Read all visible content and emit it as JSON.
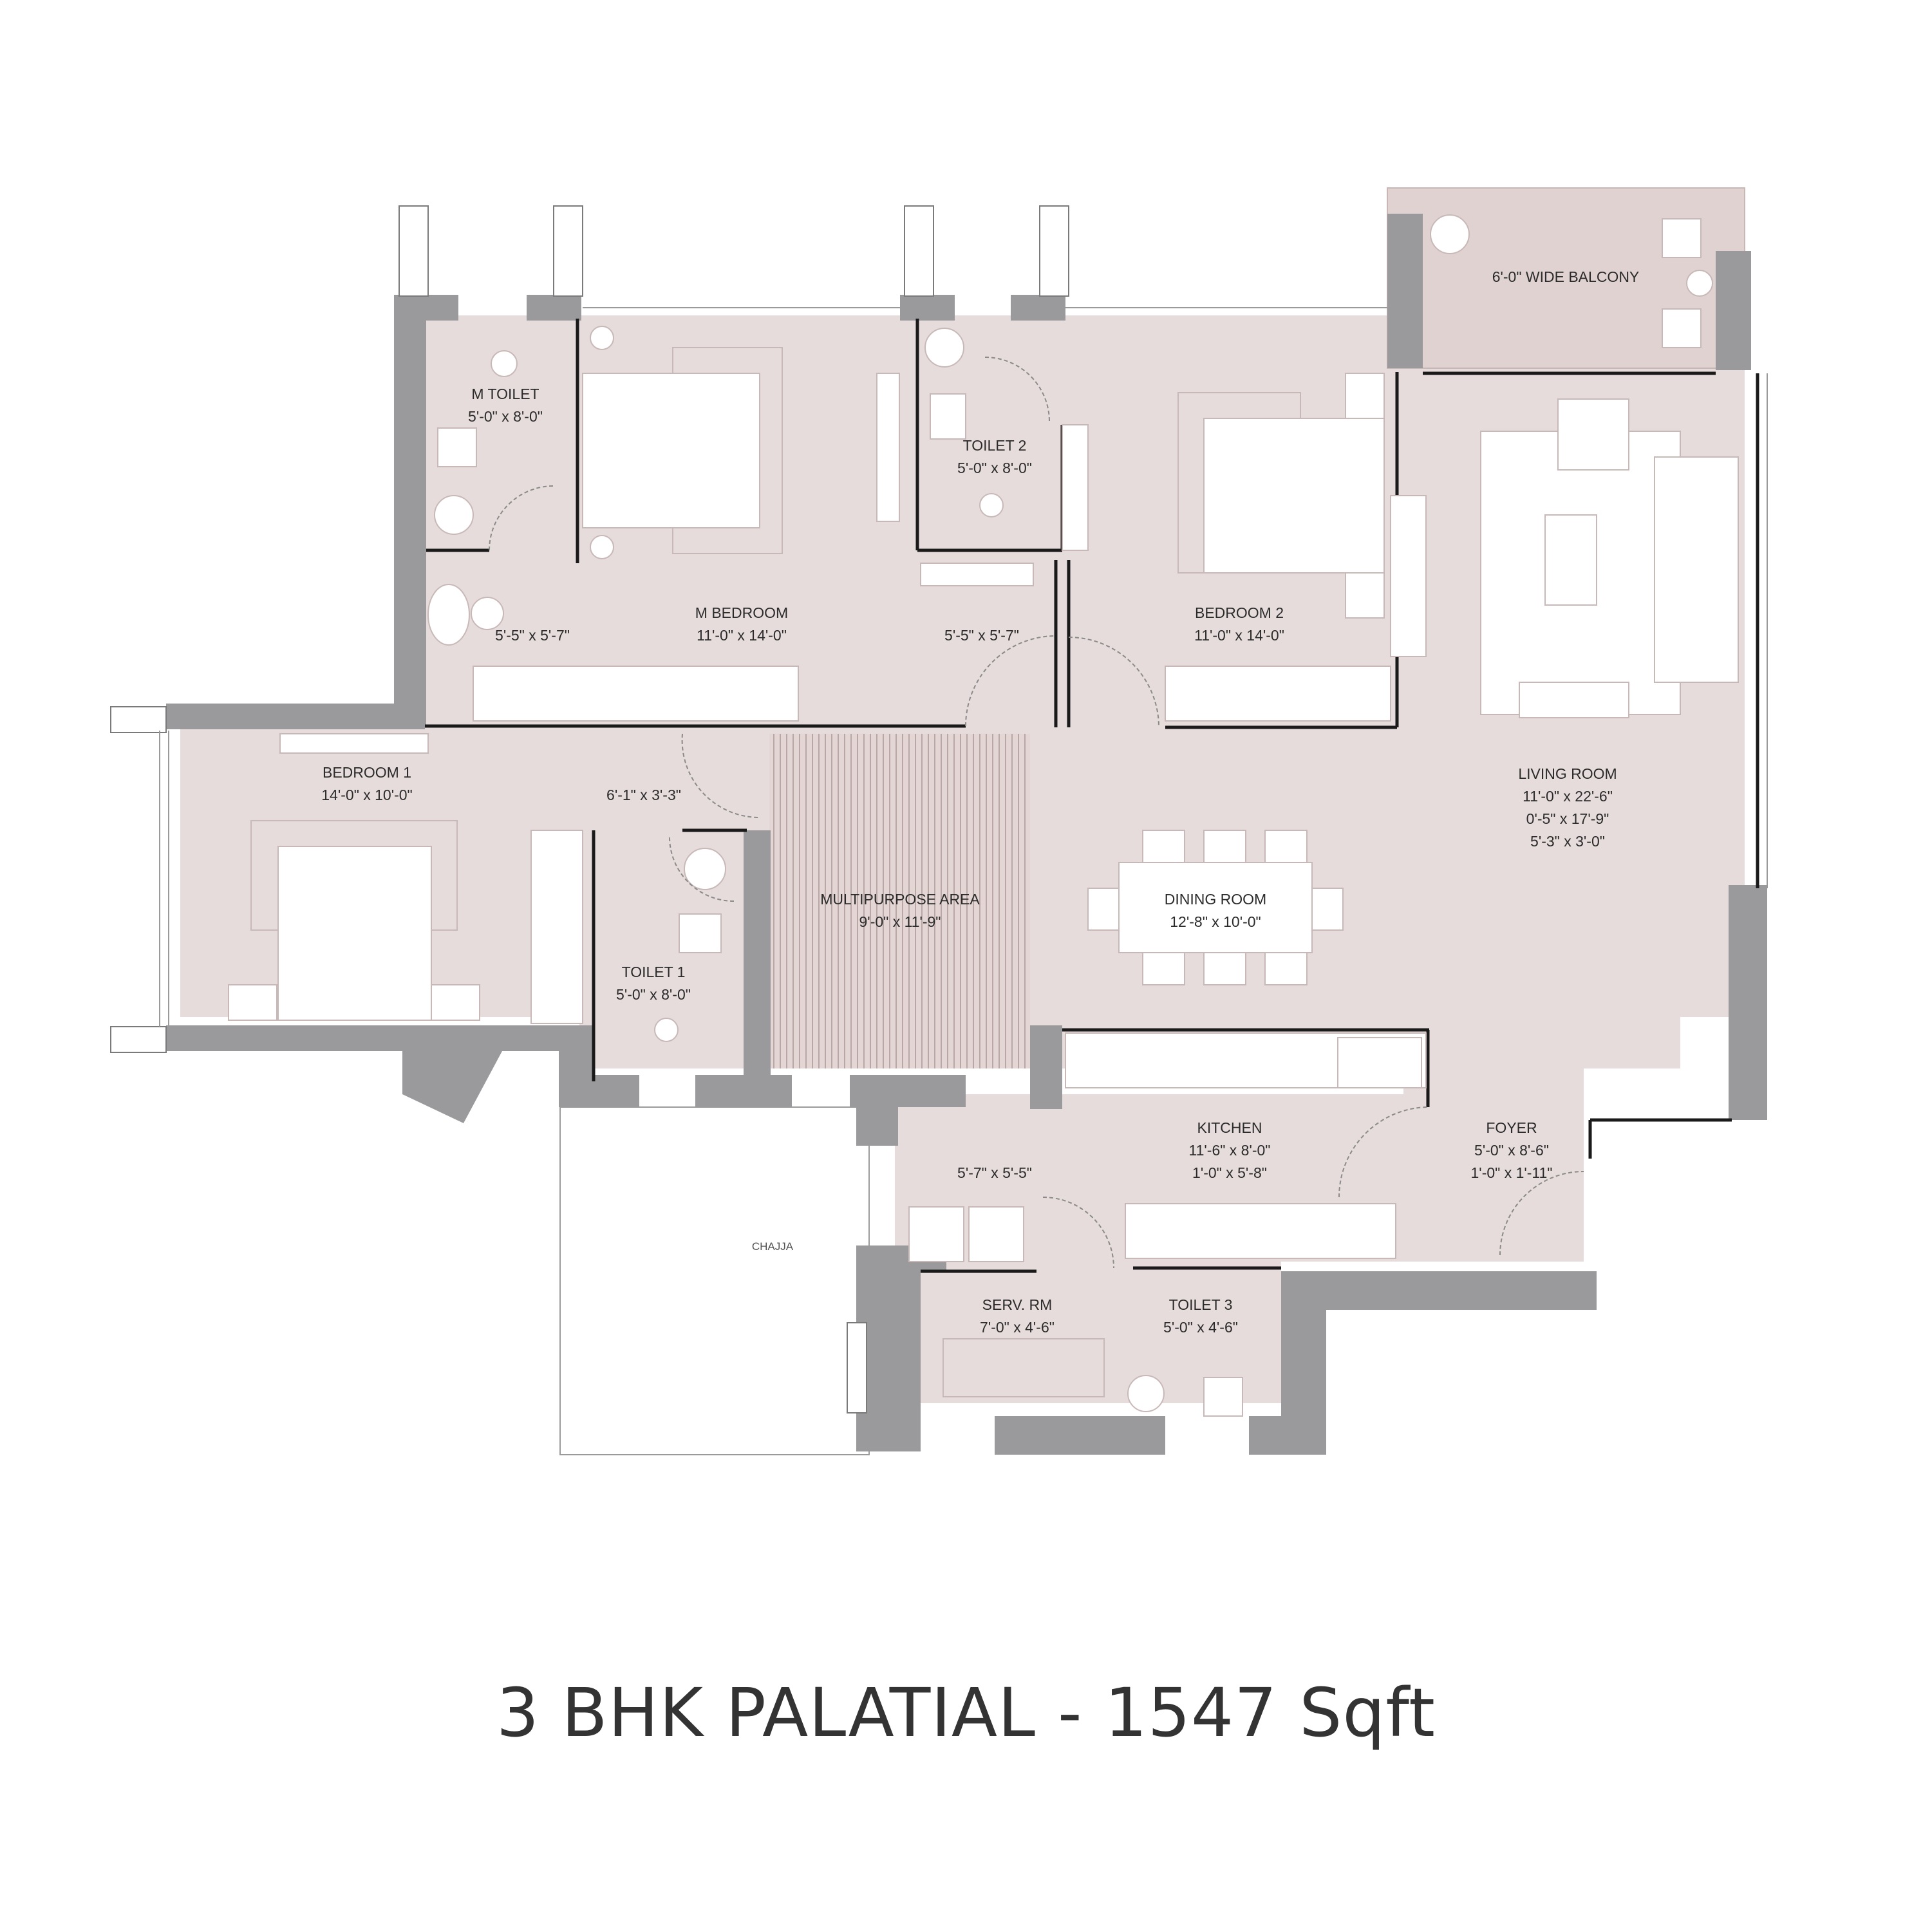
{
  "plan": {
    "title": "3 BHK PALATIAL - 1547 Sqft",
    "colors": {
      "floor": "#e6dcdb",
      "balcony": "#dfd2d1",
      "wall": "#9a9a9c",
      "line": "#1a1a1a",
      "bed_outline": "#c8b9b8",
      "text": "#2b2b2b"
    },
    "rooms": {
      "m_toilet": {
        "name": "M TOILET",
        "size": "5'-0\" x 8'-0\""
      },
      "toilet2": {
        "name": "TOILET 2",
        "size": "5'-0\" x 8'-0\""
      },
      "balcony": {
        "name": "6'-0\" WIDE BALCONY"
      },
      "m_bedroom": {
        "name": "M BEDROOM",
        "size": "11'-0\" x 14'-0\""
      },
      "bedroom2": {
        "name": "BEDROOM 2",
        "size": "11'-0\" x 14'-0\""
      },
      "bedroom1": {
        "name": "BEDROOM 1",
        "size": "14'-0\" x 10'-0\""
      },
      "living_room": {
        "name": "LIVING ROOM",
        "sizes": [
          "11'-0\" x 22'-6\"",
          "0'-5\" x 17'-9\"",
          "5'-3\" x 3'-0\""
        ]
      },
      "multipurpose": {
        "name": "MULTIPURPOSE AREA",
        "size": "9'-0\" x 11'-9\""
      },
      "dining_room": {
        "name": "DINING ROOM",
        "size": "12'-8\" x 10'-0\""
      },
      "toilet1": {
        "name": "TOILET 1",
        "size": "5'-0\" x 8'-0\""
      },
      "kitchen": {
        "name": "KITCHEN",
        "sizes": [
          "11'-6\" x 8'-0\"",
          "1'-0\" x 5'-8\""
        ]
      },
      "foyer": {
        "name": "FOYER",
        "sizes": [
          "5'-0\" x 8'-6\"",
          "1'-0\" x 1'-11\""
        ]
      },
      "serv_rm": {
        "name": "SERV. RM",
        "size": "7'-0\" x 4'-6\""
      },
      "toilet3": {
        "name": "TOILET 3",
        "size": "5'-0\" x 4'-6\""
      }
    },
    "extra_dims": {
      "m_bed_left": "5'-5\" x 5'-7\"",
      "m_bed_right": "5'-5\" x 5'-7\"",
      "bed1_passage": "6'-1\" x 3'-3\"",
      "kitchen_store": "5'-7\" x 5'-5\""
    },
    "chajja": "CHAJJA"
  }
}
